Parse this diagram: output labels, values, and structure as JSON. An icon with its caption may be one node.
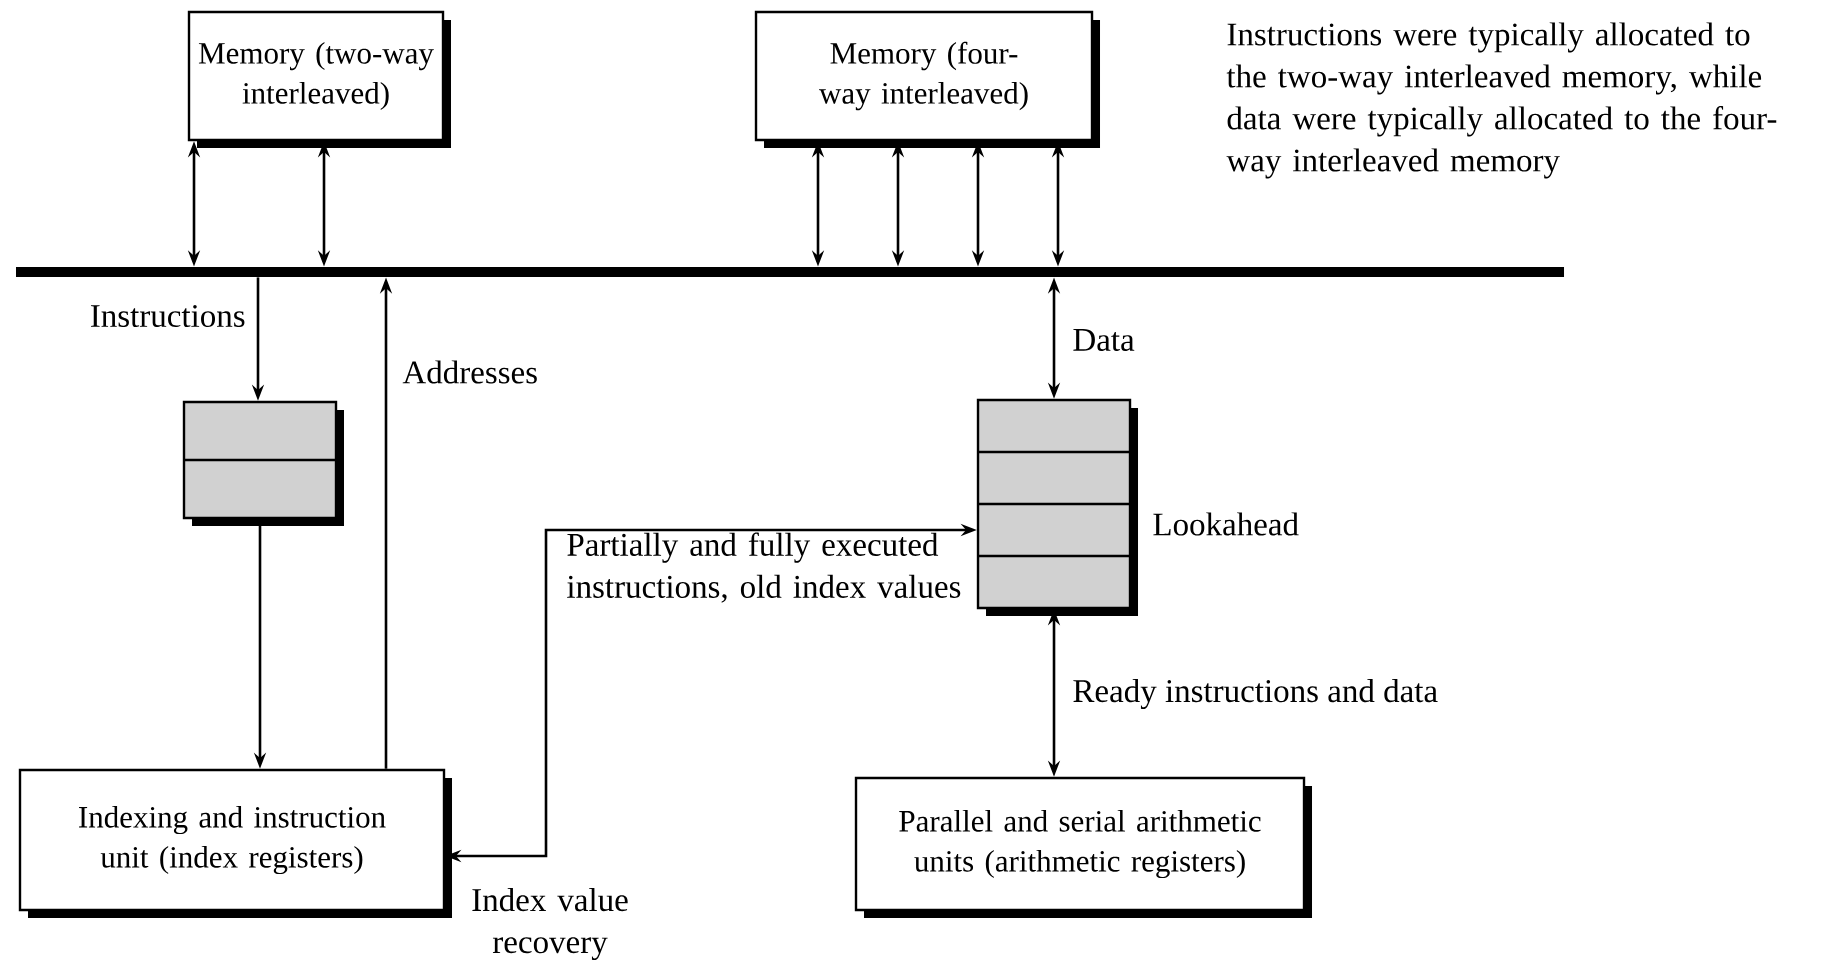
{
  "diagram": {
    "nodes": [
      {
        "text": [
          "Memory (two-way interleaved)"
        ]
      },
      {
        "text": [
          "Memory (four-way interleaved)"
        ]
      },
      {
        "text": [],
        "shape": "bar"
      },
      {
        "text": [],
        "shape": "box"
      },
      {
        "text": [],
        "shape": "box",
        "beside": [
          "Lookahead"
        ]
      },
      {
        "text": [
          "Indexing and instruction unit (index registers)"
        ]
      },
      {
        "text": [
          "Parallel and serial arithmetic units (arithmetic registers)"
        ]
      }
    ],
    "edges": [
      {
        "from": 0,
        "to": 2,
        "arrow": "both"
      },
      {
        "from": 0,
        "to": 2,
        "arrow": "both"
      },
      {
        "from": 1,
        "to": 2,
        "arrow": "both"
      },
      {
        "from": 1,
        "to": 2,
        "arrow": "both"
      },
      {
        "from": 1,
        "to": 2,
        "arrow": "both"
      },
      {
        "from": 1,
        "to": 2,
        "arrow": "both"
      },
      {
        "from": 2,
        "to": 3,
        "arrow": "to",
        "label": "Instructions"
      },
      {
        "from": 5,
        "to": 2,
        "arrow": "to",
        "label": "Addresses"
      },
      {
        "from": 2,
        "to": 4,
        "arrow": "both",
        "label": "Data"
      },
      {
        "from": 3,
        "to": 5,
        "arrow": "to"
      },
      {
        "from": 5,
        "to": 4,
        "arrow": "both",
        "label": "Partially and fully executed instructions, old index values"
      },
      {
        "from": 4,
        "to": 6,
        "arrow": "both",
        "label": "Ready instructions and data"
      }
    ],
    "labels": [
      "Instructions were typically allocated to the two-way interleaved memory, while data were typically allocated to the four-way interleaved memory",
      "Index value recovery"
    ]
  }
}
